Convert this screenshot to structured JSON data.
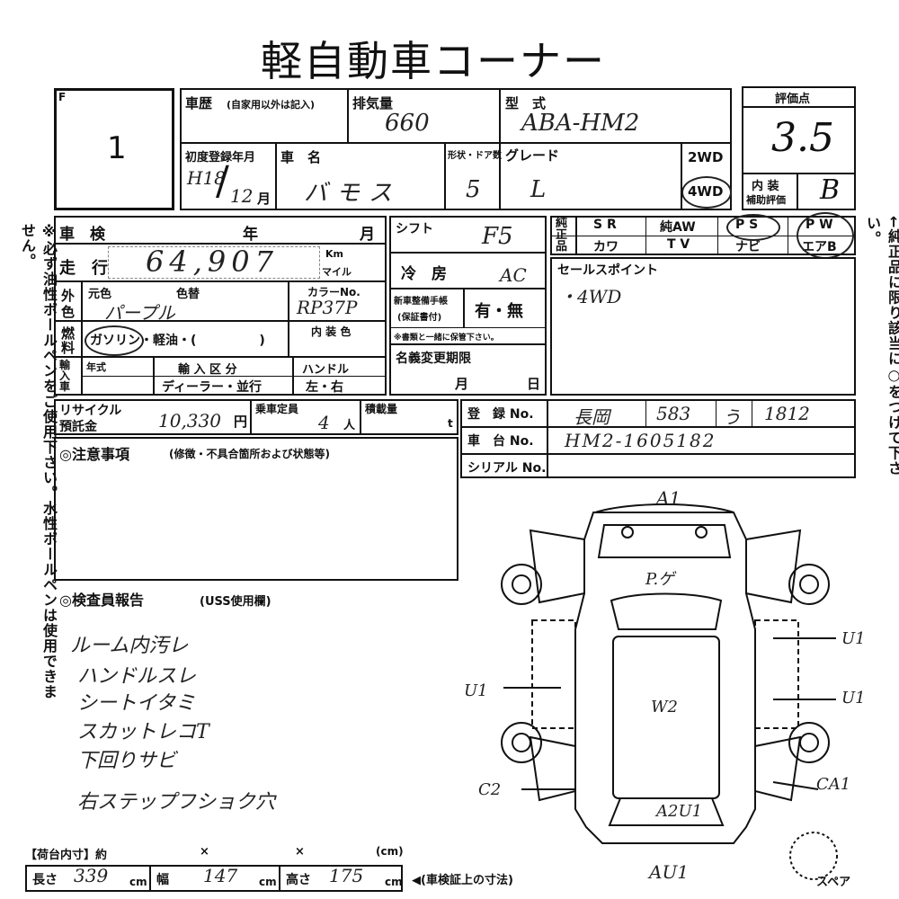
{
  "title": "軽自動車コーナー",
  "lot": {
    "corner_mark": "F",
    "number": "1"
  },
  "history": {
    "label": "車歴",
    "note": "(自家用以外は記入)"
  },
  "displacement": {
    "label": "排気量",
    "value": "660"
  },
  "model": {
    "label": "型　式",
    "value": "ABA-HM2"
  },
  "score_box": {
    "label": "評価点",
    "value": "3.5",
    "interior_label": "内 装",
    "interior_sub": "補助評価",
    "interior_value": "B"
  },
  "first_reg": {
    "label": "初度登録年月",
    "year": "H18",
    "month": "12",
    "month_unit": "月"
  },
  "car_name": {
    "label": "車　名",
    "value": "バモス"
  },
  "doors": {
    "label": "形状・ドア数",
    "value": "5"
  },
  "grade": {
    "label": "グレード",
    "value": "L"
  },
  "drive": {
    "opt1": "2WD",
    "opt2": "4WD"
  },
  "inspection": {
    "label": "車　検",
    "year": "年",
    "month": "月"
  },
  "mileage": {
    "label": "走　行",
    "value": "64,907",
    "unit_km": "Km",
    "unit_mile": "マイル"
  },
  "shift": {
    "label": "シフト",
    "value": "F5"
  },
  "ac": {
    "label": "冷　房",
    "value": "AC"
  },
  "equip": {
    "side_label": "純正品",
    "items": [
      "S R",
      "純AW",
      "P S",
      "P W",
      "カワ",
      "T V",
      "ナビ",
      "エアB"
    ]
  },
  "color": {
    "outer_label1": "外",
    "outer_label2": "色",
    "orig": "元色",
    "change": "色替",
    "value": "パープル",
    "color_no_label": "カラーNo.",
    "color_no": "RP37P"
  },
  "fuel": {
    "label1": "燃",
    "label2": "料",
    "options": "ガソリン・軽油・(　　　　　)",
    "interior_color": "内 装 色"
  },
  "manual": {
    "label1": "新車整備手帳",
    "label2": "(保証書付)",
    "value": "有・無",
    "note": "※書類と一緒に保管下さい。"
  },
  "import": {
    "label": "輸入車",
    "year": "年式",
    "division": "輸 入 区 分",
    "division_val": "ディーラー・並行",
    "handle": "ハンドル",
    "handle_val": "左・右"
  },
  "name_change": {
    "label": "名義変更期限",
    "month": "月",
    "day": "日"
  },
  "sales_point": {
    "label": "セールスポイント",
    "value": "・4WD"
  },
  "recycle": {
    "label1": "リサイクル",
    "label2": "預託金",
    "value": "10,330",
    "unit": "円"
  },
  "capacity": {
    "label": "乗車定員",
    "value": "4",
    "unit": "人"
  },
  "load": {
    "label": "積載量",
    "unit": "t"
  },
  "registration": {
    "label": "登　録 No.",
    "v1": "長岡",
    "v2": "583",
    "v3": "う",
    "v4": "1812"
  },
  "chassis": {
    "label": "車　台 No.",
    "value": "HM2-1605182"
  },
  "serial": {
    "label": "シリアル No."
  },
  "notes": {
    "label": "◎注意事項",
    "sub": "(修徴・不具合箇所および状態等)"
  },
  "inspector": {
    "label": "◎検査員報告",
    "sub": "(USS使用欄)",
    "lines": [
      "ルーム内汚レ",
      "ハンドルスレ",
      "シートイタミ",
      "スカットレコT",
      "下回りサビ",
      "右ステップフショク穴"
    ]
  },
  "diagram": {
    "marks": [
      "A1",
      "P.ゲ",
      "U1",
      "U1",
      "U1",
      "W2",
      "C2",
      "CA1",
      "A2U1",
      "AU1"
    ],
    "spare": "スペア"
  },
  "cargo": {
    "label": "【荷台内寸】約",
    "x1": "×",
    "x2": "×",
    "cm": "(cm)",
    "length_label": "長さ",
    "length": "339",
    "width_label": "幅",
    "width": "147",
    "height_label": "高さ",
    "height": "175",
    "unit": "cm",
    "arrow_note": "◀(車検証上の寸法)"
  },
  "left_note": "※必ず油性ボールペンをご使用下さい。水性ボールペンは使用できません。",
  "right_note": "←純正品に限り該当に○をつけて下さい。"
}
